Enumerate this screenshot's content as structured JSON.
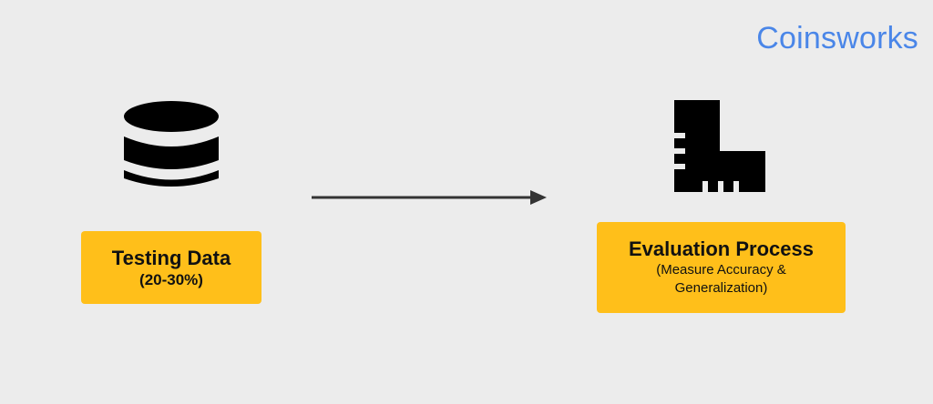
{
  "brand": {
    "name": "Coinsworks",
    "color": "#4a86e8"
  },
  "diagram": {
    "source": {
      "icon": "database-icon",
      "title": "Testing Data",
      "subtitle": "(20-30%)"
    },
    "connector": {
      "icon": "arrow-right-icon"
    },
    "target": {
      "icon": "ruler-square-icon",
      "title": "Evaluation Process",
      "subtitle_line1": "(Measure Accuracy &",
      "subtitle_line2": "Generalization)"
    },
    "box_color": "#ffbf1a",
    "background": "#ececec"
  }
}
